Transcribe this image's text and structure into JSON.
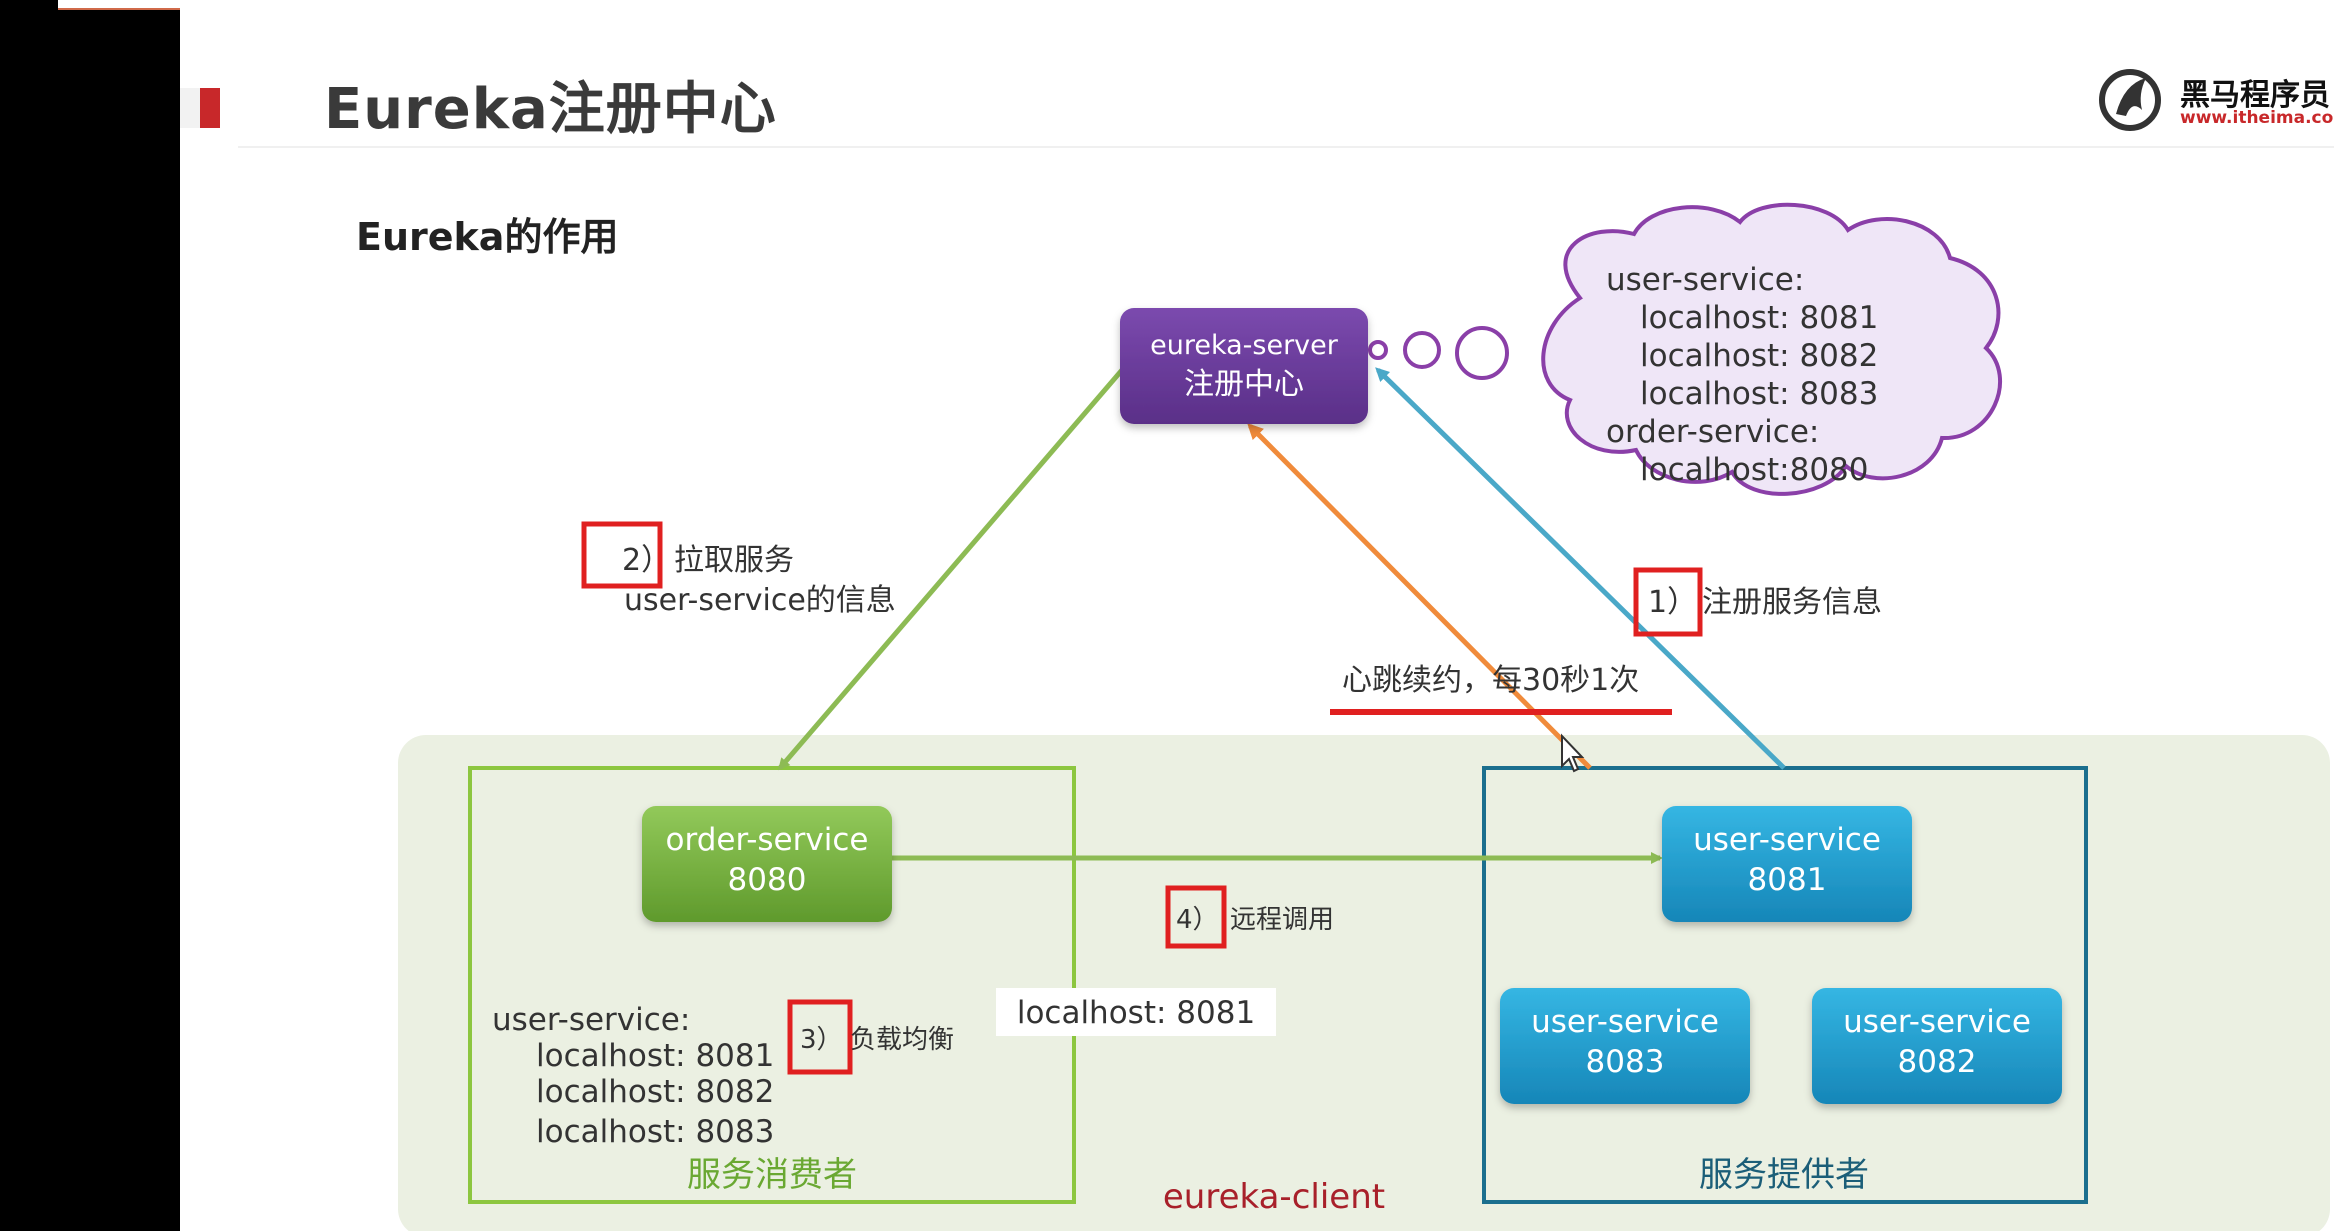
{
  "slide": {
    "title": "Eureka注册中心",
    "subtitle": "Eureka的作用",
    "logo": {
      "name": "黑马程序员",
      "url": "www.itheima.com"
    }
  },
  "server": {
    "line1": "eureka-server",
    "line2": "注册中心"
  },
  "cloud": {
    "lines": [
      "user-service:",
      "localhost: 8081",
      "localhost: 8082",
      "localhost: 8083",
      "order-service:",
      "localhost:8080"
    ]
  },
  "steps": {
    "pull": {
      "num": "2）",
      "text1": "拉取服务",
      "text2": "user-service的信息"
    },
    "register": {
      "num": "1）",
      "text": "注册服务信息"
    },
    "heartbeat": {
      "text": "心跳续约，每30秒1次"
    },
    "remote": {
      "num": "4）",
      "text": "远程调用"
    },
    "lb": {
      "num": "3）",
      "text": "负载均衡"
    }
  },
  "client_area": {
    "label": "eureka-client"
  },
  "consumer": {
    "label": "服务消费者",
    "service": {
      "line1": "order-service",
      "line2": "8080"
    },
    "list": [
      "user-service:",
      "localhost: 8081",
      "localhost: 8082",
      "localhost: 8083"
    ]
  },
  "provider": {
    "label": "服务提供者",
    "services": [
      {
        "line1": "user-service",
        "line2": "8081"
      },
      {
        "line1": "user-service",
        "line2": "8083"
      },
      {
        "line1": "user-service",
        "line2": "8082"
      }
    ]
  },
  "selected": {
    "text": "localhost: 8081"
  },
  "colors": {
    "server": "#6a3d9a",
    "consumer_green": "#7ab648",
    "provider_blue": "#1f99c9",
    "arrow_green": "#8dbb54",
    "arrow_blue": "#4aa8c8",
    "arrow_orange": "#f08b3b",
    "highlight_red": "#e02020",
    "client_bg": "#ebf0e2",
    "cloud_stroke": "#8a3fa8",
    "cloud_fill": "#efe6f7"
  }
}
